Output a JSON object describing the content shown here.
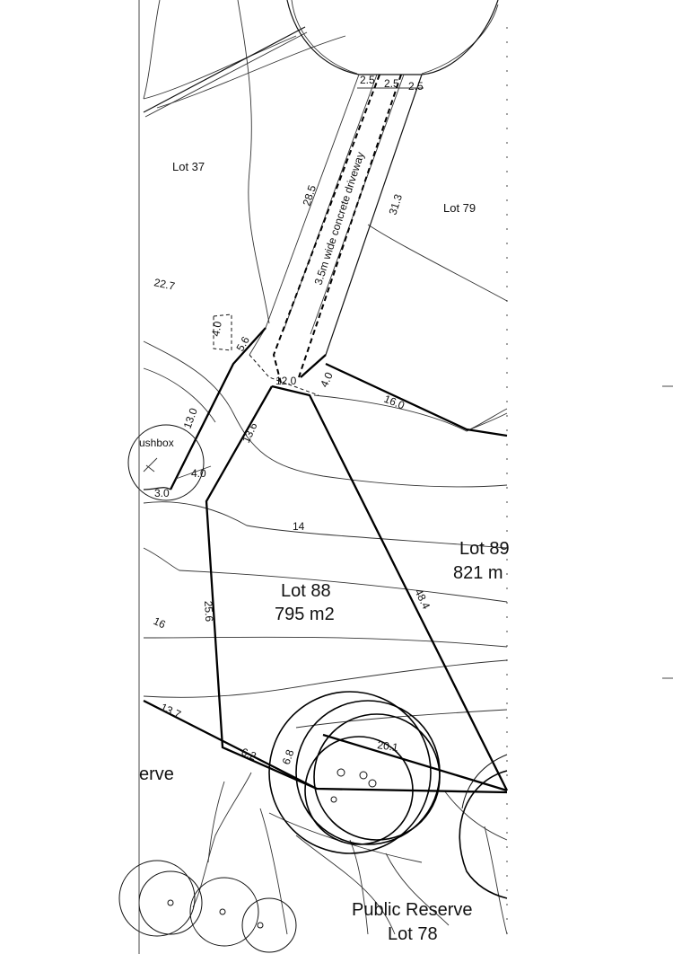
{
  "lots": {
    "lot37": "Lot 37",
    "lot79": "Lot 79",
    "lot88_name": "Lot 88",
    "lot88_area": "795 m2",
    "lot89_name": "Lot 89",
    "lot89_area": "821 m",
    "reserve_partial": "erve",
    "public_reserve": "Public Reserve",
    "lot78": "Lot 78"
  },
  "labels": {
    "driveway": "3.5m wide concrete driveway",
    "pushbox": "ushbox"
  },
  "dimensions": {
    "d_2_5_a": "2.5",
    "d_2_5_b": "2.5",
    "d_2_5_c": "2.5",
    "d_28_5": "28.5",
    "d_31_3": "31.3",
    "d_22_7": "22.7",
    "d_4_0_a": "4.0",
    "d_5_6": "5.6",
    "d_12_0": "12.0",
    "d_4_0_b": "4.0",
    "d_16_0": "16.0",
    "d_13_0": "13.0",
    "d_13_6": "13.6",
    "d_4_0_c": "4.0",
    "d_3_0": "3.0",
    "c_14": "14",
    "d_48_4": "48.4",
    "d_25_6": "25.6",
    "c_16": "16",
    "d_13_7": "13.7",
    "d_6_2": "6.2",
    "d_6_8": "6.8",
    "d_20_1": "20.1"
  }
}
